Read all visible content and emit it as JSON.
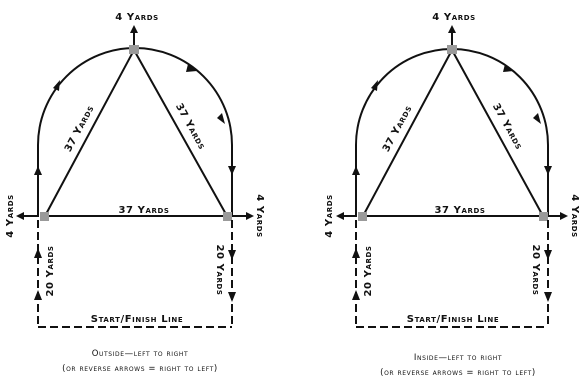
{
  "colors": {
    "line": "#111111",
    "node": "#9a9a9a",
    "background": "#ffffff"
  },
  "diagrams": [
    {
      "top_label": "4 Yards",
      "left_label": "4 Yards",
      "right_label": "4 Yards",
      "left_diagonal_label": "37 Yards",
      "right_diagonal_label": "37 Yards",
      "base_label": "37 Yards",
      "left_straight_label": "20 Yards",
      "right_straight_label": "20 Yards",
      "finish_label": "Start/Finish Line",
      "caption_line1": "Outside—left to right",
      "caption_line2": "(or reverse arrows = right to left)"
    },
    {
      "top_label": "4 Yards",
      "left_label": "4 Yards",
      "right_label": "4 Yards",
      "left_diagonal_label": "37 Yards",
      "right_diagonal_label": "37 Yards",
      "base_label": "37 Yards",
      "left_straight_label": "20 Yards",
      "right_straight_label": "20 Yards",
      "finish_label": "Start/Finish Line",
      "caption_line1": "Inside—left to right",
      "caption_line2": "(or reverse arrows = right to left)"
    }
  ]
}
